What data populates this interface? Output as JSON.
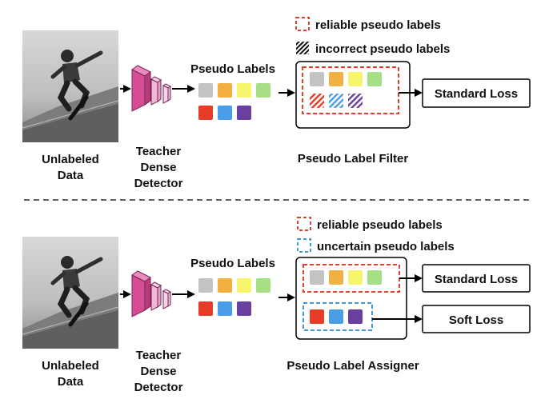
{
  "top": {
    "image_caption": [
      "Unlabeled",
      "Data"
    ],
    "teacher_caption": [
      "Teacher",
      "Dense",
      "Detector"
    ],
    "pseudo_labels_title": "Pseudo Labels",
    "legend_reliable": "reliable pseudo labels",
    "legend_incorrect": "incorrect pseudo labels",
    "filter_caption": "Pseudo Label Filter",
    "standard_loss": "Standard Loss"
  },
  "bottom": {
    "image_caption": [
      "Unlabeled",
      "Data"
    ],
    "teacher_caption": [
      "Teacher",
      "Dense",
      "Detector"
    ],
    "pseudo_labels_title": "Pseudo Labels",
    "legend_reliable": "reliable pseudo labels",
    "legend_uncertain": "uncertain pseudo labels",
    "assigner_caption": "Pseudo Label Assigner",
    "standard_loss": "Standard Loss",
    "soft_loss": "Soft Loss"
  },
  "colors": {
    "gray": "#c3c3c3",
    "orange": "#f2b040",
    "yellow": "#f7f56a",
    "green": "#a6df86",
    "red": "#e63c28",
    "blue": "#4a9ee8",
    "purple": "#6b3fa0",
    "reliable_border": "#e0412b",
    "uncertain_border": "#3f98d8",
    "teacher": "#d64d94"
  }
}
